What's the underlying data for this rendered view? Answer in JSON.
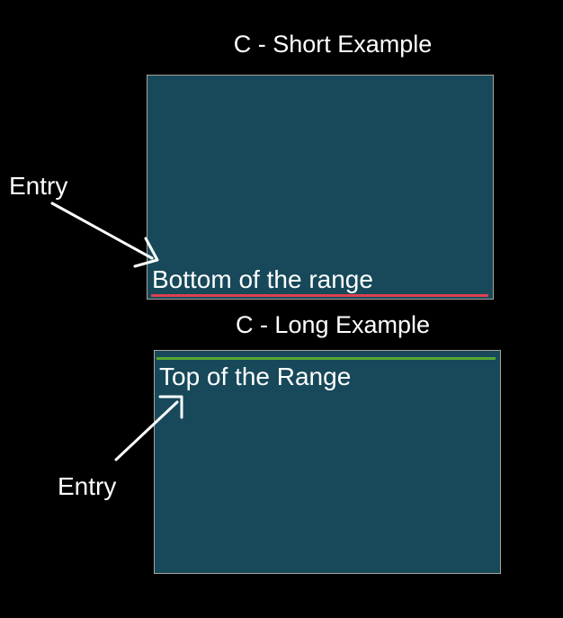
{
  "slide": {
    "background_color": "#000000",
    "box_fill_color": "#17495A",
    "box_border_color": "#A9A39C",
    "text_color": "#FFFFFF",
    "arrow_color": "#FFFFFF"
  },
  "short_example": {
    "title": "C - Short Example",
    "range_label": "Bottom of the range",
    "entry_label": "Entry",
    "entry_line_color": "#DC4150",
    "entry_line_position": "bottom"
  },
  "long_example": {
    "title": "C - Long Example",
    "range_label": "Top of the Range",
    "entry_label": "Entry",
    "entry_line_color": "#54A82F",
    "entry_line_position": "top"
  }
}
